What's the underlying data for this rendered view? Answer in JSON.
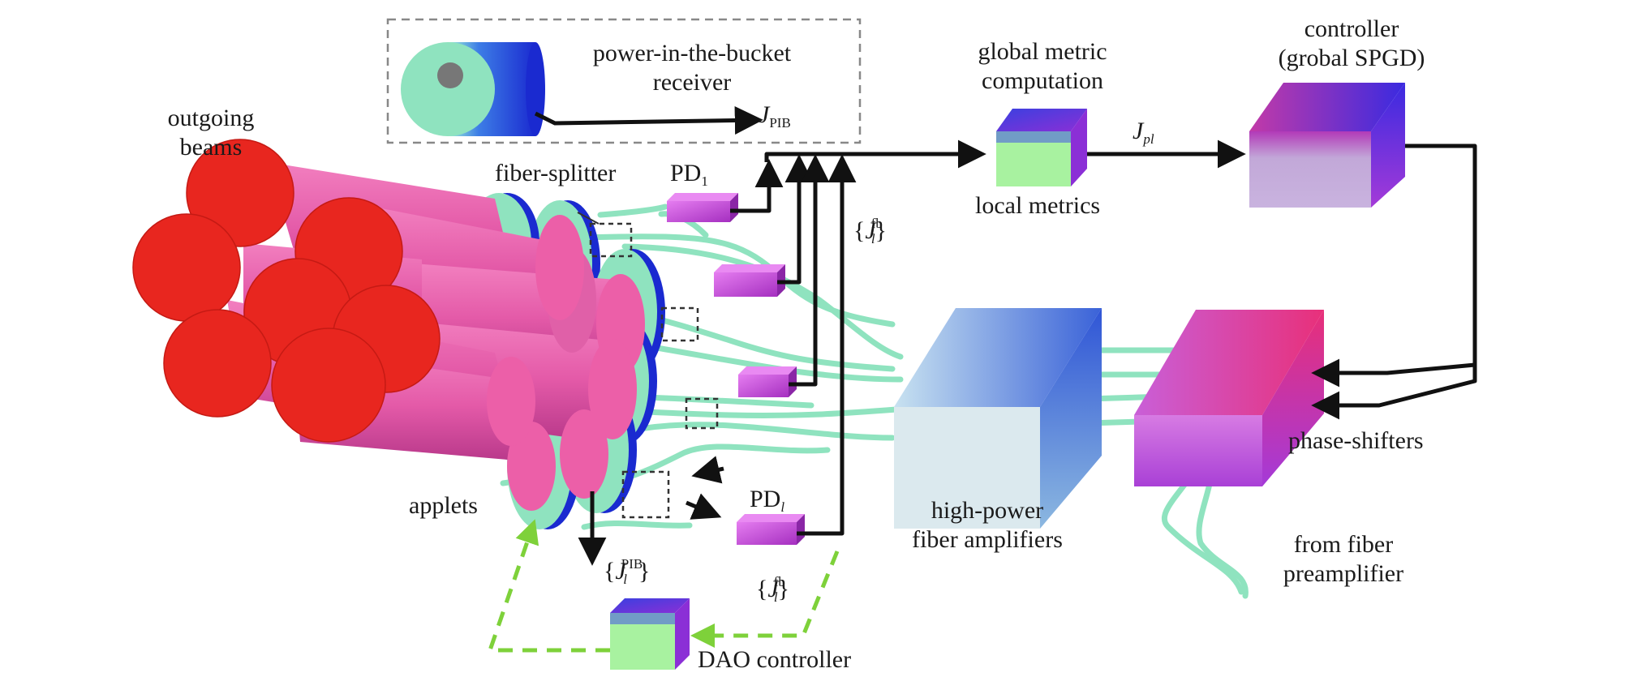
{
  "labels": {
    "pib_receiver": "power-in-the-bucket",
    "pib_receiver_2": "receiver",
    "outgoing_1": "outgoing",
    "outgoing_2": "beams",
    "fiber_splitter": "fiber-splitter",
    "pd1": "PD",
    "pd1_sub": "1",
    "pdl": "PD",
    "pdl_sub": "l",
    "global_metric_1": "global metric",
    "global_metric_2": "computation",
    "local_metrics": "local metrics",
    "controller_1": "controller",
    "controller_2": "(grobal SPGD)",
    "phase_shifters": "phase-shifters",
    "hp_amp_1": "high-power",
    "hp_amp_2": "fiber amplifiers",
    "from_pre_1": "from fiber",
    "from_pre_2": "preamplifier",
    "applets": "applets",
    "dao_controller": "DAO controller"
  },
  "math": {
    "J": "J",
    "pib_sub": "PIB",
    "pl_sub": "pl",
    "fb_sup": "fb",
    "pib_sup": "PIB",
    "l": "l",
    "lbrace": "{",
    "rbrace": "}"
  },
  "colors": {
    "beam_red": "#e8261f",
    "tube_pink": "#ec5fa8",
    "tube_blue": "#2438d6",
    "fiber_teal": "#8fe3bf",
    "pd_purple": "#c94fd6",
    "metric_green": "#a8f2a0",
    "dao_dashed": "#7ed13a",
    "amp_face": "#dbe9ee",
    "ps_top": "#e0317a",
    "ctrl_front": "#c2a8d8"
  }
}
